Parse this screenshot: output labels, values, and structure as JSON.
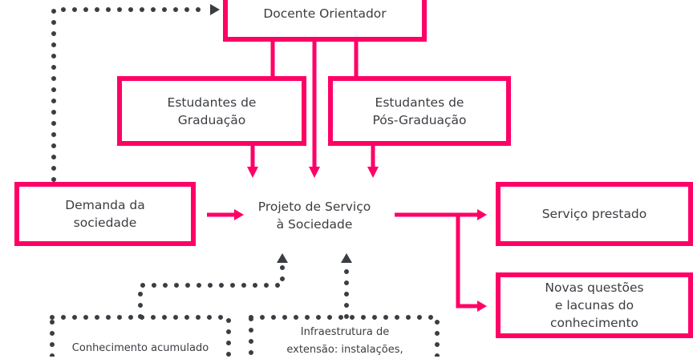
{
  "nodes": {
    "docente": "Docente Orientador",
    "graduacao": [
      "Estudantes de",
      "Graduação"
    ],
    "pos_graduacao": [
      "Estudantes de",
      "Pós-Graduação"
    ],
    "demanda": [
      "Demanda da",
      "sociedade"
    ],
    "projeto": [
      "Projeto de Serviço",
      "à Sociedade"
    ],
    "servico": "Serviço prestado",
    "novas": [
      "Novas questões",
      "e lacunas do",
      "conhecimento"
    ],
    "conhecimento": "Conhecimento acumulado",
    "infraestrutura": [
      "Infraestrutura de",
      "extensão: instalações,"
    ]
  },
  "colors": {
    "accent": "#ff0066",
    "dots": "#3a3d42"
  }
}
